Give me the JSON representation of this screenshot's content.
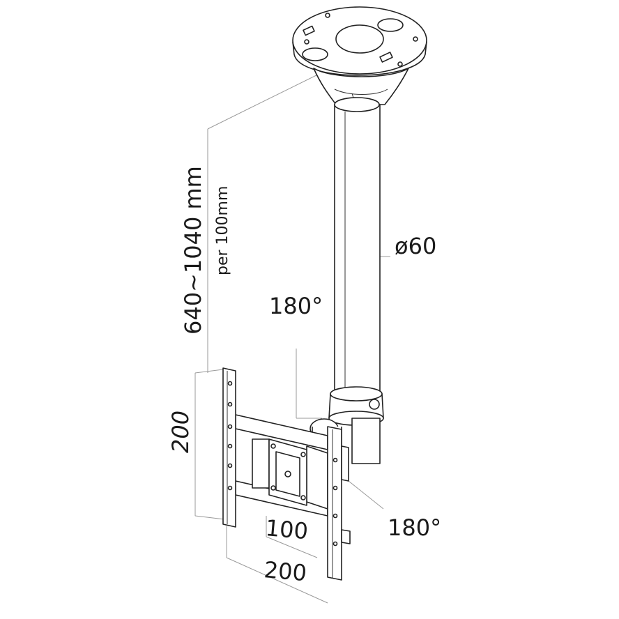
{
  "labels": {
    "height_range": "640~1040 mm",
    "height_step": "per 100mm",
    "tube_diameter": "ø60",
    "rotation_vertical": "180°",
    "rotation_horizontal": "180°",
    "plate_height": "200",
    "vesa_inner": "100",
    "vesa_outer": "200"
  }
}
